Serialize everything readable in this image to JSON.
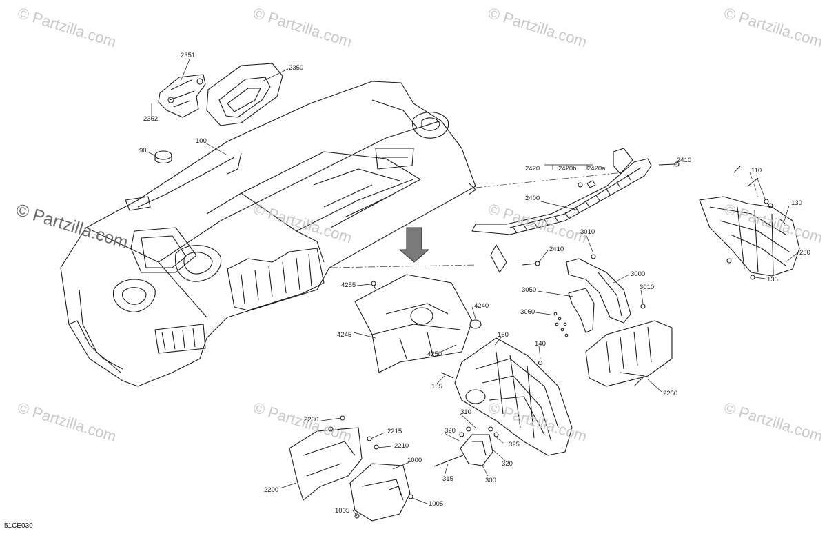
{
  "watermarks": {
    "small": "© Partzilla.com",
    "large": "© Partzilla.com"
  },
  "diagram_code": "51CE030",
  "labels": [
    "2351",
    "2350",
    "2352",
    "90",
    "100",
    "2420",
    "2420b",
    "2420a",
    "2410",
    "110",
    "130",
    "250",
    "135",
    "2400",
    "2410",
    "3010",
    "3000",
    "3010",
    "3050",
    "3060",
    "4255",
    "4240",
    "4245",
    "4250",
    "150",
    "140",
    "155",
    "2250",
    "310",
    "320",
    "325",
    "320",
    "315",
    "300",
    "2230",
    "2215",
    "2210",
    "2200",
    "1000",
    "1005",
    "1005"
  ],
  "colors": {
    "line": "#1a1a1a",
    "watermark": "#c9c9c9",
    "background": "#ffffff"
  }
}
